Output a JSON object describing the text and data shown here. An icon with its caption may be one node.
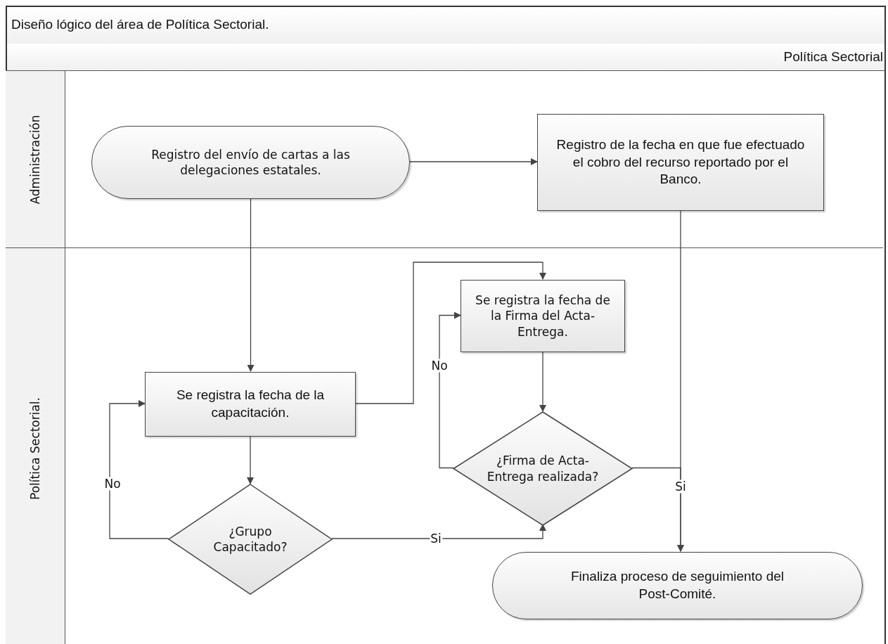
{
  "diagram": {
    "title": "Diseño lógico del área de Política Sectorial.",
    "nodes": [
      {
        "text": [
          "Política Sectorial"
        ]
      },
      {
        "text": [
          "Administración"
        ],
        "in": 0
      },
      {
        "text": [
          "Política Sectorial."
        ],
        "in": 0
      },
      {
        "text": [
          "Registro del envío de cartas a las delegaciones estatales."
        ],
        "in": 1
      },
      {
        "text": [
          "Registro de la fecha en que fue efectuado el cobro del recurso reportado por el Banco."
        ],
        "in": 1
      },
      {
        "text": [
          "Se registra la fecha de la capacitación."
        ],
        "in": 2
      },
      {
        "text": [
          "Se registra la fecha de la Firma del Acta-Entrega."
        ],
        "in": 2
      },
      {
        "text": [
          "¿Grupo Capacitado?"
        ],
        "in": 2
      },
      {
        "text": [
          "¿Firma de Acta-Entrega realizada?"
        ],
        "in": 2
      },
      {
        "text": [
          "Finaliza proceso de seguimiento del Post-Comité."
        ],
        "in": 2
      }
    ],
    "edges": [
      {
        "from": 3,
        "to": 4,
        "arrow": "to"
      },
      {
        "from": 3,
        "to": 5,
        "arrow": "to"
      },
      {
        "from": 5,
        "to": 7,
        "arrow": "to"
      },
      {
        "from": 7,
        "to": 5,
        "arrow": "to",
        "label": "No"
      },
      {
        "from": 5,
        "to": 6,
        "arrow": "to"
      },
      {
        "from": 7,
        "to": 8,
        "arrow": "to",
        "label": "Si"
      },
      {
        "from": 6,
        "to": 8,
        "arrow": "to"
      },
      {
        "from": 8,
        "to": 6,
        "arrow": "to",
        "label": "No"
      },
      {
        "from": 4,
        "to": 9,
        "arrow": "to"
      },
      {
        "from": 8,
        "to": 9,
        "arrow": "to",
        "label": "Si"
      }
    ]
  }
}
